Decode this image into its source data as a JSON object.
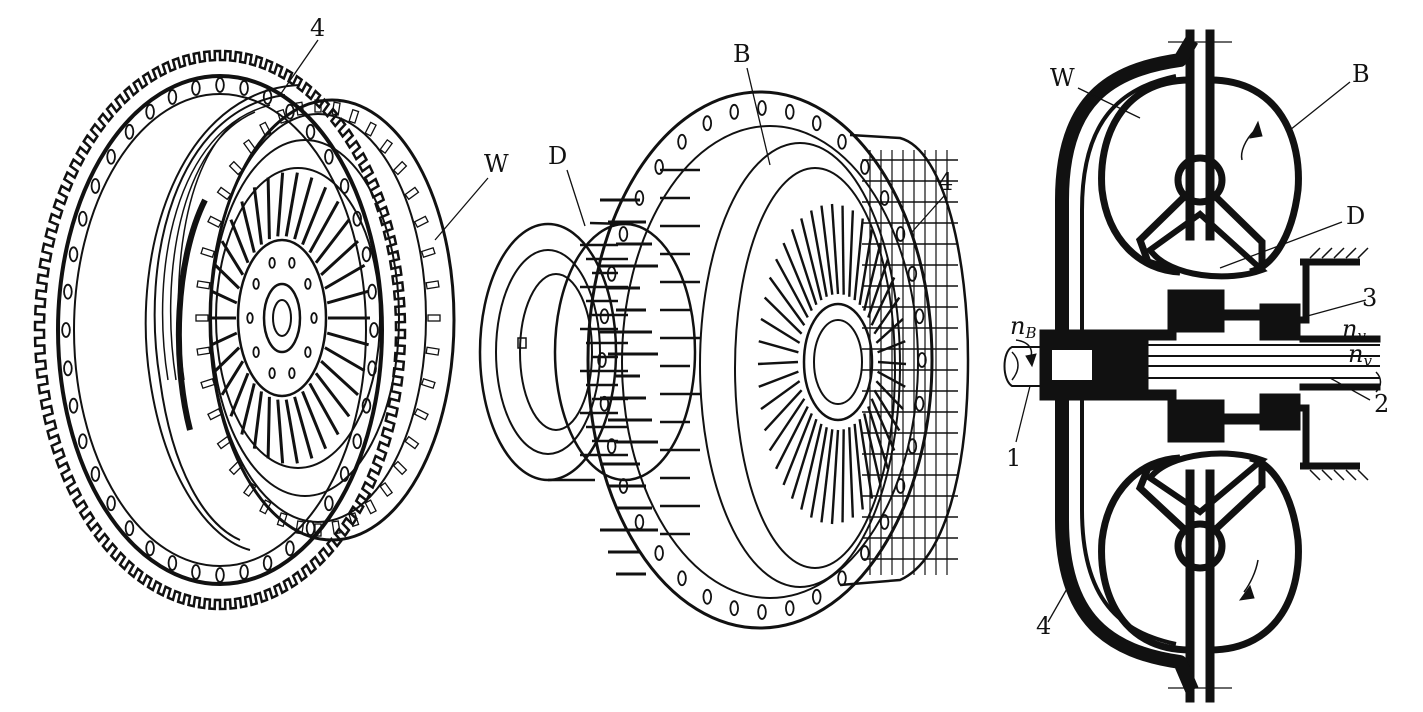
{
  "labels": {
    "left_ring": "4",
    "left_turbine": "W",
    "center_stator": "D",
    "center_pump": "B",
    "center_housing": "4",
    "sec_turbine": "W",
    "sec_pump": "B",
    "sec_stator": "D",
    "sec_item_1": "1",
    "sec_item_2": "2",
    "sec_item_3": "3",
    "sec_item_4": "4",
    "n_letter": "n",
    "n_B_sub": "B",
    "n_v_sub_top": "v",
    "n_v_sub_bottom": "v"
  },
  "colors": {
    "ink": "#111111",
    "paper": "#ffffff"
  }
}
